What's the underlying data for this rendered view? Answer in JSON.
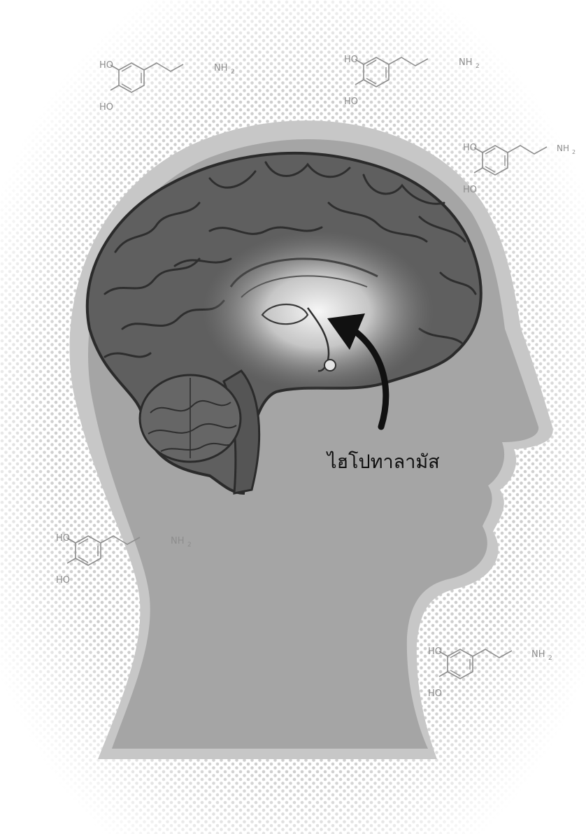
{
  "figure": {
    "hypothalamus_label": "ไฮโปทาลามัส",
    "molecule": {
      "group_hydroxyl": "HO",
      "group_amine": "NH",
      "amine_subscript": "2"
    }
  },
  "colors": {
    "halftone_dot": "#c9c9c9",
    "head_silhouette": "#a5a5a5",
    "head_glow": "#c7c7c7",
    "brain_fill": "#5f5f5f",
    "brain_outline": "#2b2b2b",
    "inner_glow": "#f4f4f4",
    "arrow": "#111111",
    "molecule_line": "#8d8d8d"
  },
  "icons": {
    "molecule": "dopamine-structure-icon",
    "pointer": "curved-arrow-icon"
  }
}
